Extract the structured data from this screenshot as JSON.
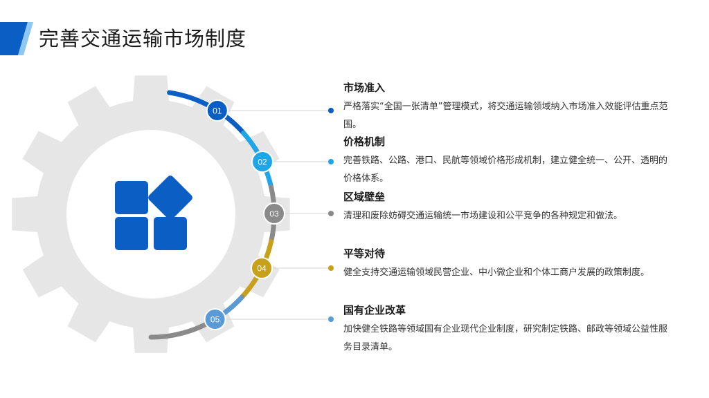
{
  "page": {
    "title": "完善交通运输市场制度"
  },
  "colors": {
    "accent_dark": "#0b5fc4",
    "accent_light": "#1fa6e8",
    "gray": "#8a8a8a",
    "gold": "#c9a01a",
    "steel_blue": "#5b9bd5",
    "gear": "#e6e6e6",
    "icon_blue": "#0b5fc4"
  },
  "items": [
    {
      "number": "01",
      "title": "市场准入",
      "desc": "严格落实“全国一张清单”管理模式，将交通运输领域纳入市场准入效能评估重点范围。",
      "color": "#0b5fc4"
    },
    {
      "number": "02",
      "title": "价格机制",
      "desc": "完善铁路、公路、港口、民航等领域价格形成机制，建立健全统一、公开、透明的价格体系。",
      "color": "#1fa6e8"
    },
    {
      "number": "03",
      "title": "区域壁垒",
      "desc": "清理和废除妨碍交通运输统一市场建设和公平竞争的各种规定和做法。",
      "color": "#8a8a8a"
    },
    {
      "number": "04",
      "title": "平等对待",
      "desc": "健全支持交通运输领域民营企业、中小微企业和个体工商户发展的政策制度。",
      "color": "#c9a01a"
    },
    {
      "number": "05",
      "title": "国有企业改革",
      "desc": "加快健全铁路等领域国有企业现代企业制度，研究制定铁路、邮政等领域公益性服务目录清单。",
      "color": "#5b9bd5"
    }
  ]
}
